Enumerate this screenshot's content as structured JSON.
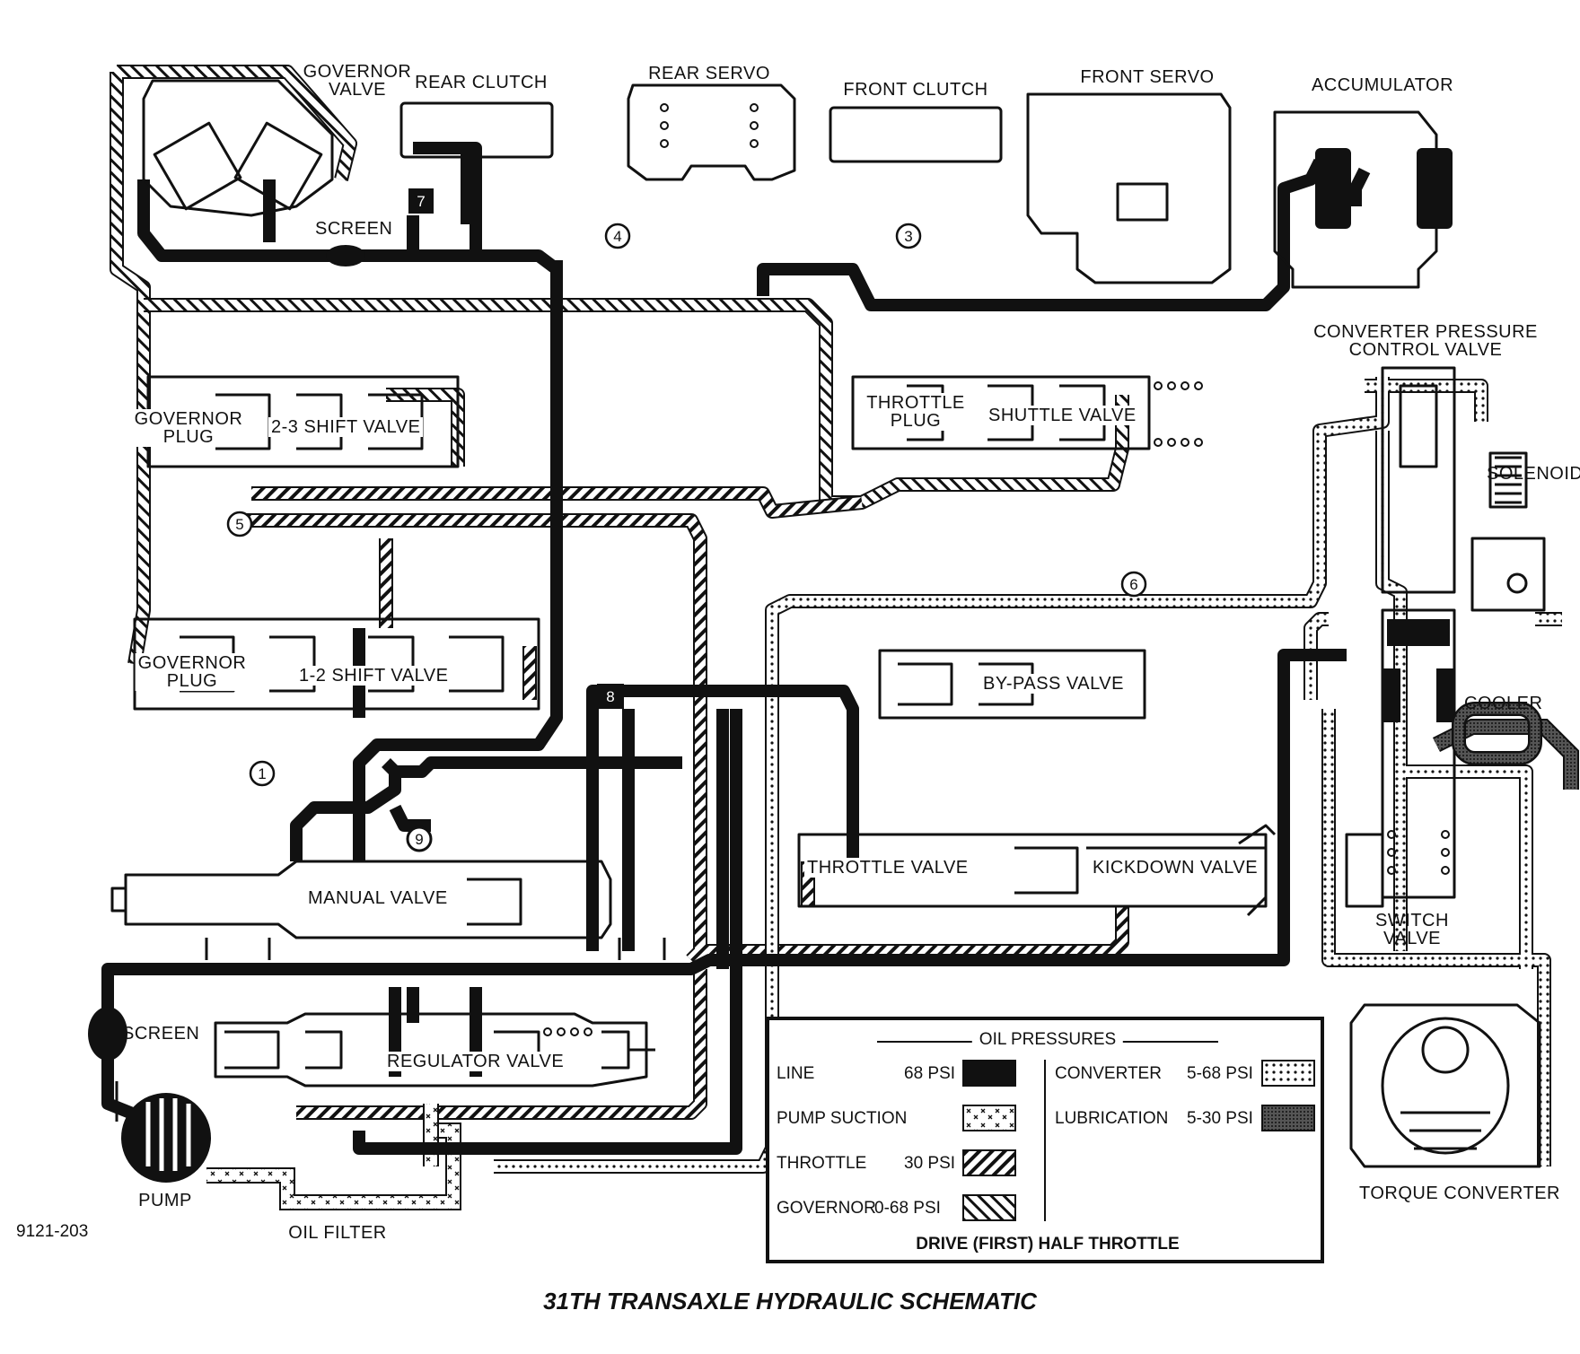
{
  "labels": {
    "governor_valve": "GOVERNOR\nVALVE",
    "rear_clutch": "REAR CLUTCH",
    "rear_servo": "REAR SERVO",
    "front_clutch": "FRONT CLUTCH",
    "front_servo": "FRONT SERVO",
    "accumulator": "ACCUMULATOR",
    "screen_top": "SCREEN",
    "converter_pressure_control_valve": "CONVERTER PRESSURE\nCONTROL VALVE",
    "solenoid": "SOLENOID",
    "governor_plug_upper": "GOVERNOR\nPLUG",
    "shift_2_3": "2-3 SHIFT VALVE",
    "throttle_plug": "THROTTLE\nPLUG",
    "shuttle_valve": "SHUTTLE VALVE",
    "governor_plug_lower": "GOVERNOR\nPLUG",
    "shift_1_2": "1-2 SHIFT VALVE",
    "bypass_valve": "BY-PASS VALVE",
    "cooler": "COOLER",
    "throttle_valve": "THROTTLE VALVE",
    "kickdown_valve": "KICKDOWN VALVE",
    "manual_valve": "MANUAL VALVE",
    "switch_valve": "SWITCH\nVALVE",
    "screen_bottom": "SCREEN",
    "regulator_valve": "REGULATOR VALVE",
    "pump": "PUMP",
    "oil_filter": "OIL FILTER",
    "torque_converter": "TORQUE CONVERTER"
  },
  "check_balls": [
    "1",
    "3",
    "4",
    "5",
    "6",
    "7",
    "8",
    "9"
  ],
  "legend": {
    "title": "OIL PRESSURES",
    "items": [
      {
        "name": "LINE",
        "value": "68 PSI",
        "pattern": "solid"
      },
      {
        "name": "PUMP SUCTION",
        "value": "",
        "pattern": "crosses"
      },
      {
        "name": "THROTTLE",
        "value": "30 PSI",
        "pattern": "hatch-right"
      },
      {
        "name": "GOVERNOR",
        "value": "0-68 PSI",
        "pattern": "hatch-left"
      },
      {
        "name": "CONVERTER",
        "value": "5-68 PSI",
        "pattern": "dots"
      },
      {
        "name": "LUBRICATION",
        "value": "5-30 PSI",
        "pattern": "dense"
      }
    ],
    "mode": "DRIVE (FIRST) HALF THROTTLE"
  },
  "figure_number": "9121-203",
  "caption": "31TH TRANSAXLE HYDRAULIC SCHEMATIC",
  "colors": {
    "ink": "#111111",
    "paper": "#ffffff"
  }
}
